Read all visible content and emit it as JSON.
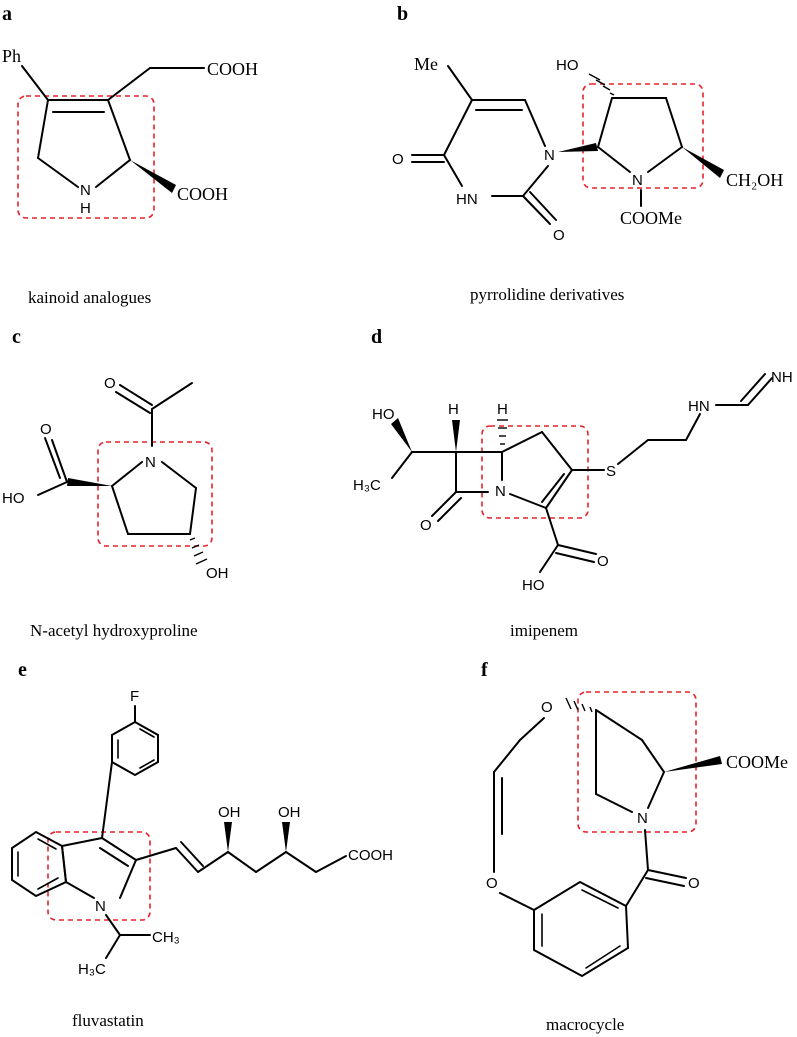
{
  "style": {
    "highlight_color": "#e8222a",
    "ink_color": "#000000"
  },
  "panels": {
    "a": {
      "letter": "a",
      "caption": "kainoid analogues",
      "atoms": {
        "ph": "Ph",
        "cooh_top": "COOH",
        "nh": "N",
        "h": "H",
        "cooh_right": "COOH"
      }
    },
    "b": {
      "letter": "b",
      "caption": "pyrrolidine derivatives",
      "atoms": {
        "me": "Me",
        "ho": "HO",
        "o_left": "O",
        "n_ring": "N",
        "hn": "HN",
        "o_bottom": "O",
        "n_pyr": "N",
        "ch2oh": "CH₂OH",
        "coome": "COOMe"
      }
    },
    "c": {
      "letter": "c",
      "caption": "N-acetyl hydroxyproline",
      "atoms": {
        "o_top": "O",
        "o_acid": "O",
        "ho": "HO",
        "n": "N",
        "oh": "OH"
      }
    },
    "d": {
      "letter": "d",
      "caption": "imipenem",
      "atoms": {
        "h1": "H",
        "h2": "H",
        "ho": "HO",
        "h3c": "H₃C",
        "n": "N",
        "s": "S",
        "hn": "HN",
        "nh": "NH",
        "o_lactam": "O",
        "o_acid": "O",
        "ho_acid": "HO"
      }
    },
    "e": {
      "letter": "e",
      "caption": "fluvastatin",
      "atoms": {
        "f": "F",
        "oh1": "OH",
        "oh2": "OH",
        "cooh": "COOH",
        "n": "N",
        "ch3": "CH₃",
        "h3c": "H₃C"
      }
    },
    "f": {
      "letter": "f",
      "caption": "macrocycle",
      "atoms": {
        "o_top": "O",
        "coome": "COOMe",
        "n": "N",
        "o_carbonyl": "O",
        "o_ether": "O"
      }
    }
  }
}
